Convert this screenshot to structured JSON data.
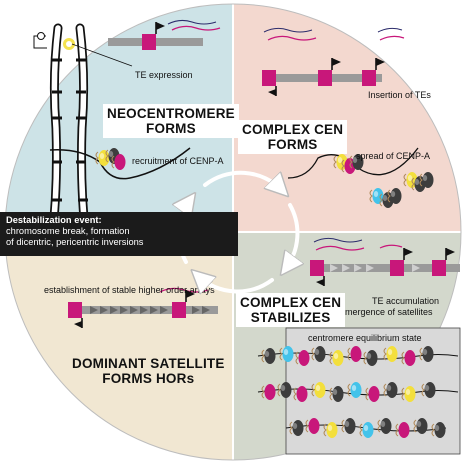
{
  "quadrants": {
    "neocentromere": {
      "title_line1": "NEOCENTROMERE",
      "title_line2": "FORMS",
      "te_expression": "TE expression",
      "recruitment": "recruitment of CENP-A",
      "color": "#cde3e7"
    },
    "complex_forms": {
      "title_line1": "COMPLEX CEN",
      "title_line2": "FORMS",
      "insertion": "Insertion of TEs",
      "spread": "spread of CENP-A",
      "color": "#f3d8cf"
    },
    "complex_stabilizes": {
      "title_line1": "COMPLEX CEN",
      "title_line2": "STABILIZES",
      "te_accumulation": "TE accumulation",
      "emergence": "emergence of satellites",
      "equilibrium": "centromere equilibrium state",
      "color": "#d3d8cc"
    },
    "dominant_satellite": {
      "title_line1": "DOMINANT SATELLITE",
      "title_line2": "FORMS HORs",
      "establishment": "establishment of stable higher order arrays",
      "color": "#f1e7d2"
    }
  },
  "destabilization": {
    "heading": "Destabilization event:",
    "line1": "chromosome break, formation",
    "line2": "of dicentric, pericentric inversions"
  },
  "colors": {
    "te_magenta": "#c8177a",
    "dna_gray": "#9a9a9a",
    "arrow_black": "#111111",
    "cenpa_yellow": "#f3df3c",
    "cenpa_cyan": "#43c3ea",
    "nucleosome_dark": "#3d3d3d"
  }
}
